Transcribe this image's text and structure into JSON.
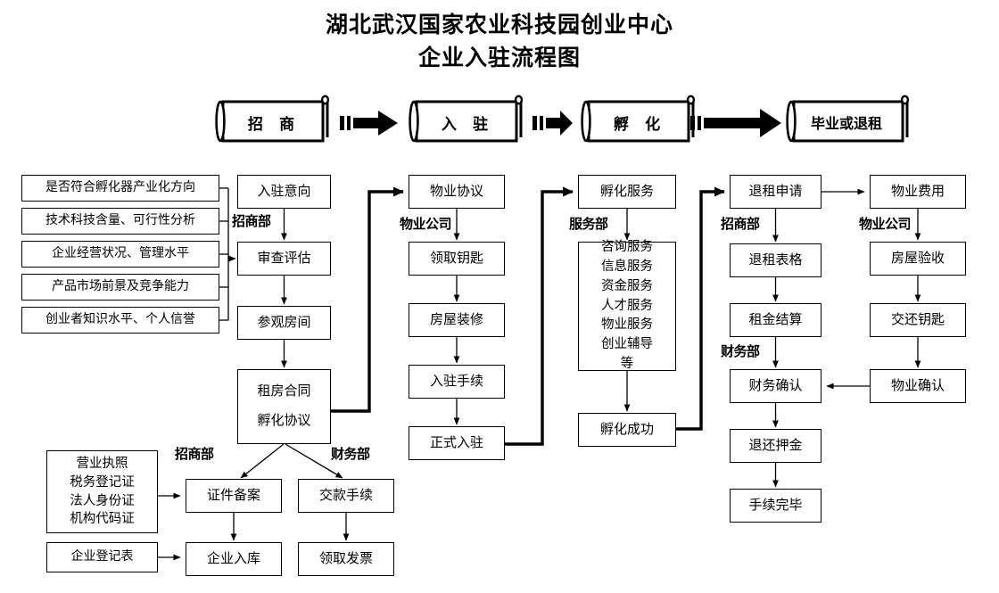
{
  "title": {
    "line1": "湖北武汉国家农业科技园创业中心",
    "line2": "企业入驻流程图"
  },
  "stages": [
    {
      "label": "招   商"
    },
    {
      "label": "入   驻"
    },
    {
      "label": "孵   化"
    },
    {
      "label": "毕业或退租"
    }
  ],
  "criteria": [
    {
      "label": "是否符合孵化器产业化方向"
    },
    {
      "label": "技术科技含量、可行性分析"
    },
    {
      "label": "企业经营状况、管理水平"
    },
    {
      "label": "产品市场前景及竞争能力"
    },
    {
      "label": "创业者知识水平、个人信誉"
    }
  ],
  "departments": {
    "investment": "招商部",
    "property": "物业公司",
    "service": "服务部",
    "finance": "财务部"
  },
  "col_investment": [
    {
      "label": "入驻意向"
    },
    {
      "label": "审查评估"
    },
    {
      "label": "参观房间"
    }
  ],
  "contract_box": {
    "line1": "租房合同",
    "line2": "孵化协议"
  },
  "col_property": [
    {
      "label": "物业协议"
    },
    {
      "label": "领取钥匙"
    },
    {
      "label": "房屋装修"
    },
    {
      "label": "入驻手续"
    },
    {
      "label": "正式入驻"
    }
  ],
  "col_incubation": {
    "head": "孵化服务",
    "services": "咨询服务\n信息服务\n资金服务\n人才服务\n物业服务\n创业辅导\n等",
    "tail": "孵化成功"
  },
  "col_exit": [
    {
      "label": "退租申请"
    },
    {
      "label": "退租表格"
    },
    {
      "label": "租金结算"
    },
    {
      "label": "财务确认"
    },
    {
      "label": "退还押金"
    },
    {
      "label": "手续完毕"
    }
  ],
  "col_property_exit": [
    {
      "label": "物业费用"
    },
    {
      "label": "房屋验收"
    },
    {
      "label": "交还钥匙"
    },
    {
      "label": "物业确认"
    }
  ],
  "documents": {
    "certificates": "营业执照\n税务登记证\n法人身份证\n机构代码证",
    "registration_form": "企业登记表"
  },
  "filing": [
    {
      "label": "证件备案"
    },
    {
      "label": "企业入库"
    }
  ],
  "payment": [
    {
      "label": "交款手续"
    },
    {
      "label": "领取发票"
    }
  ],
  "bottom_depts": {
    "left": "招商部",
    "right": "财务部"
  },
  "colors": {
    "line": "#000000",
    "background": "#ffffff"
  }
}
